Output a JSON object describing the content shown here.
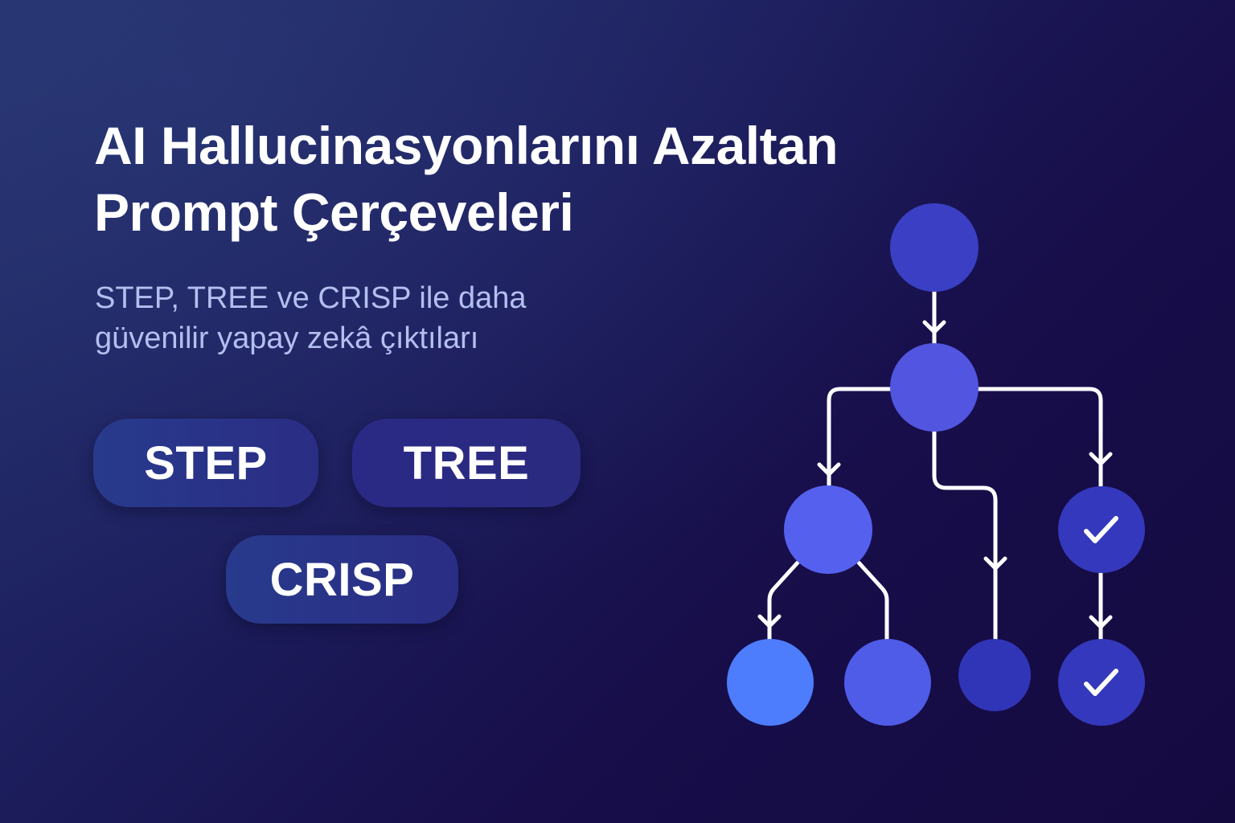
{
  "header": {
    "title_lines": [
      "AI Hallucinasyonlarını Azaltan",
      "Prompt Çerçeveleri"
    ],
    "subtitle_lines": [
      "STEP, TREE ve CRISP ile daha",
      "güvenilir yapay zekâ çıktıları"
    ]
  },
  "frameworks": [
    {
      "label": "STEP"
    },
    {
      "label": "TREE"
    },
    {
      "label": "CRISP"
    }
  ],
  "diagram": {
    "type": "flow-tree",
    "line_color": "#ffffff",
    "nodes": [
      {
        "id": "root",
        "color": "#3a3fc4",
        "icon": null
      },
      {
        "id": "branch",
        "color": "#5255e0",
        "icon": null
      },
      {
        "id": "left-mid",
        "color": "#5560ee",
        "icon": null
      },
      {
        "id": "right-mid",
        "color": "#3438bc",
        "icon": "check-icon"
      },
      {
        "id": "leaf-1",
        "color": "#4d7cfc",
        "icon": null
      },
      {
        "id": "leaf-2",
        "color": "#4f5ce8",
        "icon": null
      },
      {
        "id": "leaf-3",
        "color": "#3035b8",
        "icon": null
      },
      {
        "id": "leaf-4",
        "color": "#3438bc",
        "icon": "check-icon"
      }
    ]
  },
  "colors": {
    "background_start": "#24326c",
    "background_end": "#150a40",
    "title": "#ffffff",
    "subtitle": "#b4bff0",
    "pill": "#283a8c"
  }
}
